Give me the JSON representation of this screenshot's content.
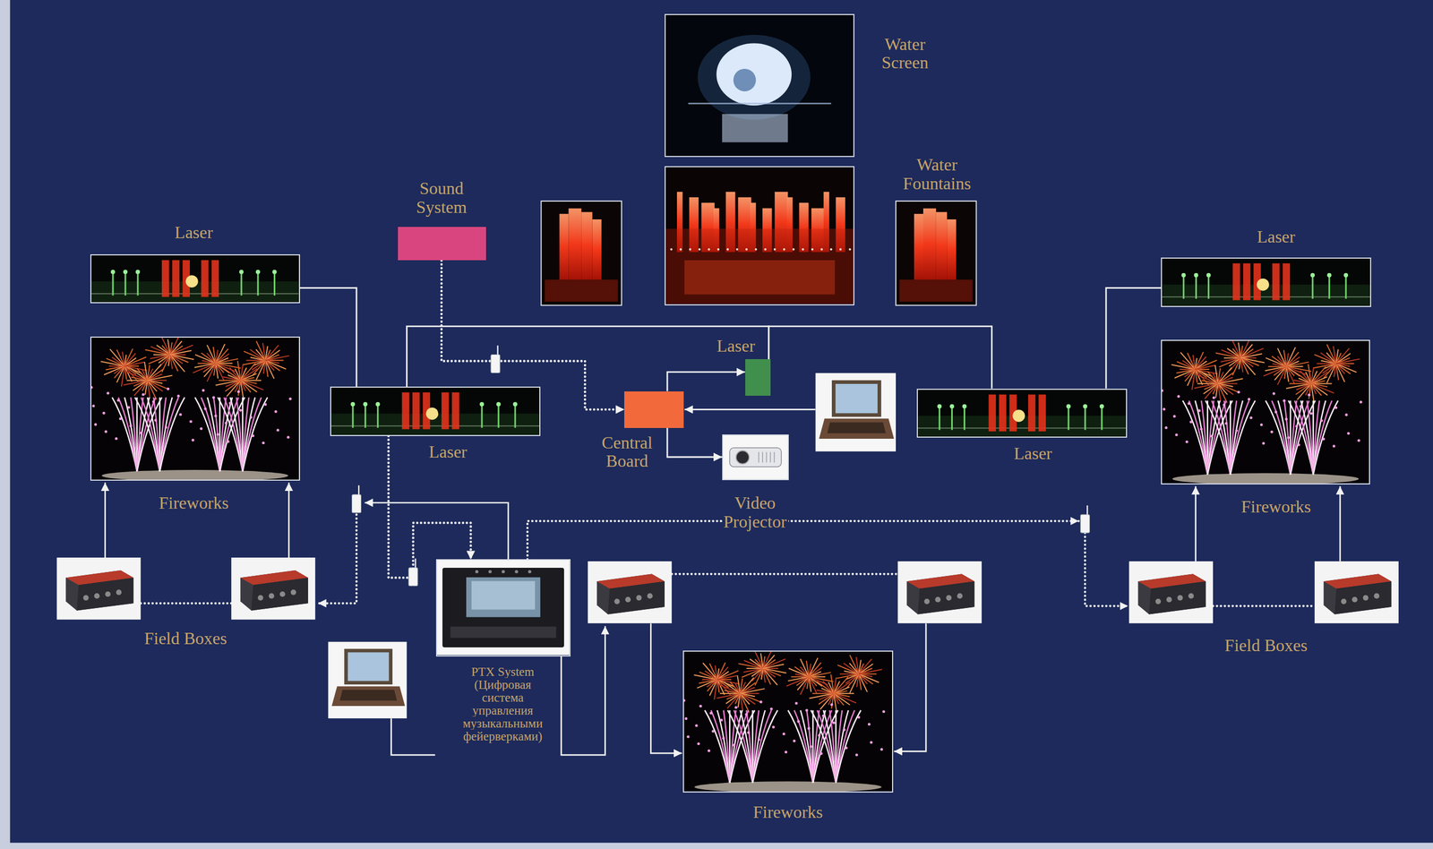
{
  "diagram": {
    "nodes": [
      {
        "text": [
          "Water Screen"
        ]
      },
      {
        "text": [
          "Sound System"
        ]
      },
      {
        "text": [
          "Water Fountains"
        ]
      },
      {
        "text": [
          "Laser"
        ]
      },
      {
        "text": [
          "Laser"
        ]
      },
      {
        "text": [
          "Fireworks"
        ]
      },
      {
        "text": [
          "Laser"
        ]
      },
      {
        "text": [
          "Central Board"
        ]
      },
      {
        "text": [
          "Laser"
        ]
      },
      {
        "text": [
          "Laser"
        ]
      },
      {
        "text": [
          "Fireworks"
        ]
      },
      {
        "text": [
          "Video Projector"
        ]
      },
      {
        "text": [
          "PTX System (Цифровая система управления музыкальными фейерверками)"
        ]
      },
      {
        "text": [
          "Fireworks"
        ]
      }
    ],
    "edges": [
      {
        "from": 1,
        "to": 7,
        "arrow": "to"
      },
      {
        "from": 7,
        "to": 6,
        "arrow": "to"
      },
      {
        "from": 7,
        "to": 11,
        "arrow": "to"
      },
      {
        "from": 6,
        "to": 8,
        "arrow": "none"
      },
      {
        "from": 6,
        "to": 9,
        "arrow": "none"
      },
      {
        "from": 3,
        "to": 8,
        "arrow": "none"
      },
      {
        "from": 4,
        "to": 9,
        "arrow": "none"
      },
      {
        "from": 8,
        "to": 12,
        "arrow": "to"
      }
    ],
    "labels": [
      "Field Boxes",
      "Field Boxes"
    ]
  }
}
